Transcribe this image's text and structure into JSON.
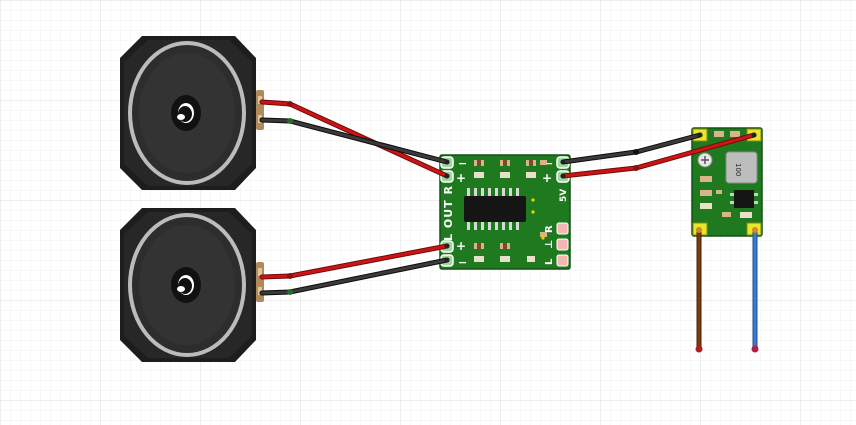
{
  "canvas": {
    "background": "#ffffff",
    "grid_minor": "#eeeeee",
    "grid_major": "#dcdcdc"
  },
  "colors": {
    "wire_red": "#cc1414",
    "wire_black": "#2b2b2b",
    "wire_brown": "#7a3b12",
    "wire_blue": "#3a7bd5",
    "pcb_green": "#1f7a1f",
    "pcb_dark": "#0f5e0f",
    "pad_pink": "#f3b6b0",
    "speaker_body": "#1d1d1d",
    "speaker_cone": "#2f2f2f",
    "speaker_ring": "#bdbdbd"
  },
  "speakers": [
    {
      "name": "speaker-top",
      "icon": "speaker-icon"
    },
    {
      "name": "speaker-bottom",
      "icon": "speaker-icon"
    }
  ],
  "amplifier": {
    "name": "amplifier-board",
    "out_label": "L OUT R",
    "left_minus": "−",
    "left_plus": "+",
    "right_minus": "−",
    "right_plus": "+",
    "power_label": "5V",
    "power_minus": "−",
    "power_plus": "+",
    "input_labels": [
      "R",
      "⊥",
      "L"
    ]
  },
  "converter": {
    "name": "buck-converter",
    "inductor_marking": "100"
  },
  "wires": [
    {
      "name": "wire-spk-top-red",
      "color": "red"
    },
    {
      "name": "wire-spk-top-black",
      "color": "black"
    },
    {
      "name": "wire-spk-bottom-red",
      "color": "red"
    },
    {
      "name": "wire-spk-bottom-black",
      "color": "black"
    },
    {
      "name": "wire-power-black",
      "color": "black"
    },
    {
      "name": "wire-power-red",
      "color": "red"
    },
    {
      "name": "wire-input-brown",
      "color": "brown"
    },
    {
      "name": "wire-input-blue",
      "color": "blue"
    }
  ]
}
